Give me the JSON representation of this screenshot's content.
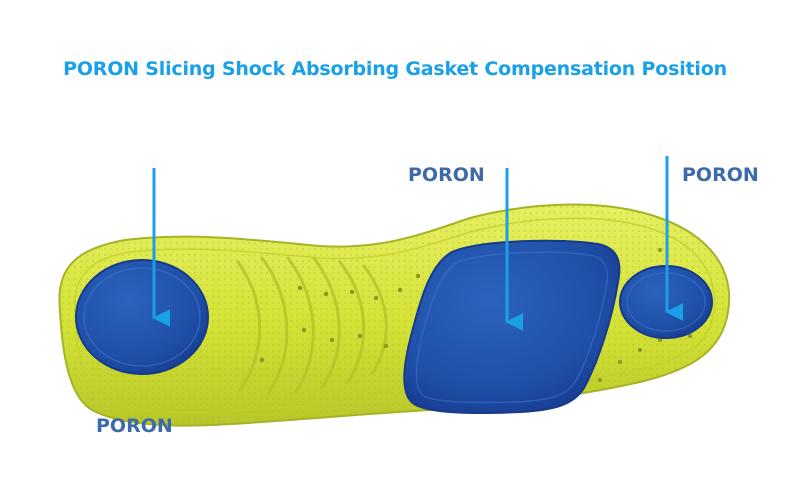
{
  "title": "PORON Slicing Shock Absorbing Gasket Compensation Position",
  "labels": {
    "forefoot": "PORON",
    "toe": "PORON",
    "heel": "PORON"
  },
  "colors": {
    "title": "#1aa0e6",
    "label": "#3d6aa8",
    "insole": "#d6e638",
    "pad": "#1f4ea6",
    "arrow": "#1aa0e6"
  }
}
